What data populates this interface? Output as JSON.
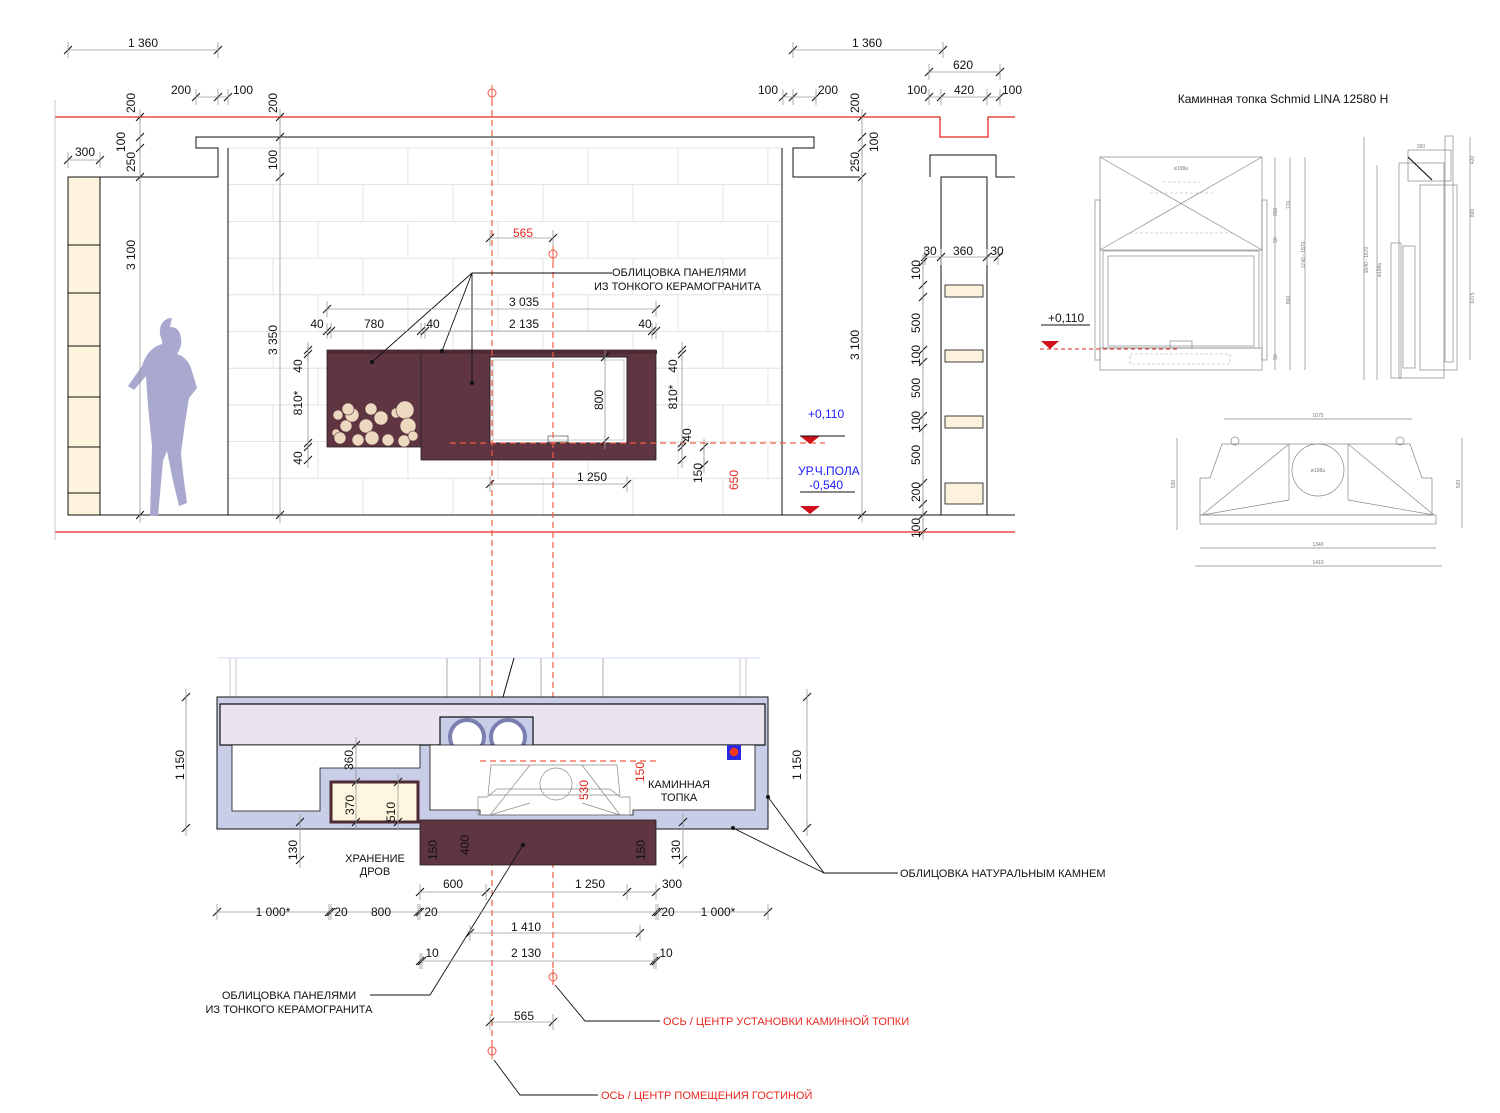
{
  "insert_drawing": {
    "title": "Каминная топка Schmid LINA 12580 H",
    "level": "+0,110",
    "tiny_dims": [
      "ø198a",
      "770",
      "350",
      "50",
      "800",
      "50",
      "1740 - 1870",
      "1540 - 1670",
      "ø198a",
      "350",
      "420",
      "800",
      "1075",
      "530",
      "520",
      "1340",
      "1410",
      "ø198a"
    ]
  },
  "elevation": {
    "dims": [
      "1 360",
      "1 360",
      "200",
      "100",
      "200",
      "200",
      "100",
      "250",
      "100",
      "300",
      "3 100",
      "3 350",
      "100",
      "200",
      "200",
      "100",
      "250",
      "620",
      "100",
      "420",
      "100",
      "3 100",
      "30",
      "360",
      "30",
      "100",
      "500",
      "100",
      "500",
      "100",
      "500",
      "200",
      "100",
      "3 035",
      "40",
      "780",
      "40",
      "2 135",
      "40",
      "40",
      "810*",
      "40",
      "40",
      "810*",
      "40",
      "800",
      "1 250",
      "150"
    ],
    "red_dims": [
      "565",
      "650"
    ],
    "panel_label_line1": "ОБЛИЦОВКА ПАНЕЛЯМИ",
    "panel_label_line2": "ИЗ ТОНКОГО КЕРАМОГРАНИТА",
    "level_insert": "+0,110",
    "level_floor_label": "УР.Ч.ПОЛА",
    "level_floor": "-0,540"
  },
  "plan": {
    "dims": [
      "1 150",
      "1 150",
      "360",
      "370",
      "510",
      "130",
      "150",
      "400",
      "150",
      "130",
      "600",
      "1 250",
      "300",
      "1 000*",
      "20",
      "800",
      "20",
      "20",
      "1 000*",
      "1 410",
      "10",
      "2 130",
      "10",
      "565"
    ],
    "red_dims": [
      "150",
      "530"
    ],
    "firebox_label_line1": "КАМИННАЯ",
    "firebox_label_line2": "ТОПКА",
    "storage_label_line1": "ХРАНЕНИЕ",
    "storage_label_line2": "ДРОВ",
    "stone_label": "ОБЛИЦОВКА НАТУРАЛЬНЫМ КАМНЕМ",
    "panel_label_line1": "ОБЛИЦОВКА ПАНЕЛЯМИ",
    "panel_label_line2": "ИЗ ТОНКОГО КЕРАМОГРАНИТА",
    "axis_insert_label": "ОСЬ / ЦЕНТР УСТАНОВКИ КАМИННОЙ ТОПКИ",
    "axis_room_label": "ОСЬ / ЦЕНТР ПОМЕЩЕНИЯ ГОСТИНОЙ"
  },
  "colors": {
    "cladding": "#5e3540",
    "stone": "#c8cde8",
    "beam": "#e9e4ef",
    "firewood": "#fdf7e0",
    "axis": "#f05a45",
    "level_marker": "#d0101a",
    "person": "#a9a8cf"
  }
}
